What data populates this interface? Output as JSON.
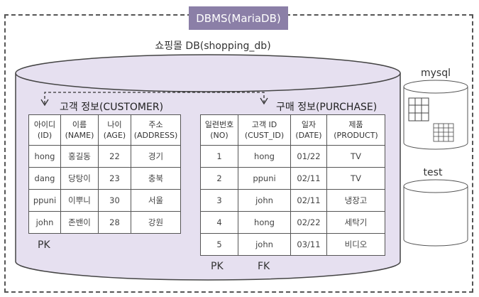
{
  "banner": "DBMS(MariaDB)",
  "main_db": {
    "title": "쇼핑몰 DB(shopping_db)"
  },
  "customer": {
    "title": "고객 정보(CUSTOMER)",
    "headers": [
      [
        "아이디",
        "(ID)"
      ],
      [
        "이름",
        "(NAME)"
      ],
      [
        "나이",
        "(AGE)"
      ],
      [
        "주소",
        "(ADDRESS)"
      ]
    ],
    "rows": [
      [
        "hong",
        "홍길동",
        "22",
        "경기"
      ],
      [
        "dang",
        "당탕이",
        "23",
        "충북"
      ],
      [
        "ppuni",
        "이뿌니",
        "30",
        "서울"
      ],
      [
        "john",
        "존밴이",
        "28",
        "강원"
      ]
    ],
    "pk_label": "PK"
  },
  "purchase": {
    "title": "구매 정보(PURCHASE)",
    "headers": [
      [
        "일련번호",
        "(NO)"
      ],
      [
        "고객 ID",
        "(CUST_ID)"
      ],
      [
        "일자",
        "(DATE)"
      ],
      [
        "제품",
        "(PRODUCT)"
      ]
    ],
    "rows": [
      [
        "1",
        "hong",
        "01/22",
        "TV"
      ],
      [
        "2",
        "ppuni",
        "02/11",
        "TV"
      ],
      [
        "3",
        "john",
        "02/11",
        "냉장고"
      ],
      [
        "4",
        "hong",
        "02/22",
        "세탁기"
      ],
      [
        "5",
        "john",
        "03/11",
        "비디오"
      ]
    ],
    "pk_label": "PK",
    "fk_label": "FK"
  },
  "other_dbs": [
    {
      "name": "mysql"
    },
    {
      "name": "test"
    }
  ],
  "colors": {
    "banner": "#8b7fa7",
    "cylinder_fill": "#e6e0f0",
    "cylinder_stroke": "#444444"
  }
}
